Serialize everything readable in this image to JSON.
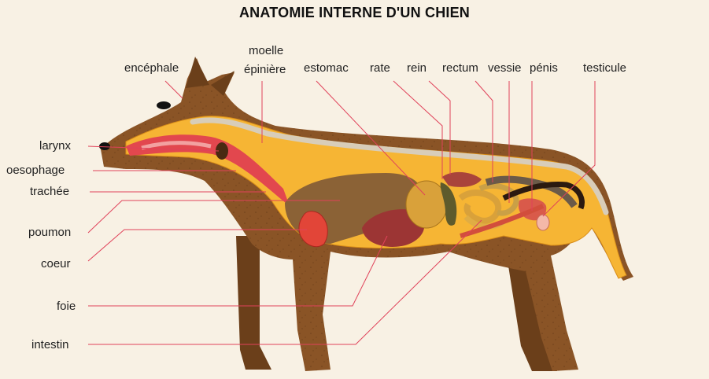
{
  "title": "ANATOMIE INTERNE D'UN CHIEN",
  "colors": {
    "background": "#f8f1e4",
    "fur": "#8a5426",
    "fur_dark": "#6b3f1a",
    "body_cavity": "#f6b534",
    "leader_line": "#e0425a",
    "label_text": "#222222"
  },
  "labels": {
    "encephale": "encéphale",
    "moelle_1": "moelle",
    "moelle_2": "épinière",
    "estomac": "estomac",
    "rate": "rate",
    "rein": "rein",
    "rectum": "rectum",
    "vessie": "vessie",
    "penis": "pénis",
    "testicule": "testicule",
    "larynx": "larynx",
    "oesophage": "oesophage",
    "trachee": "trachée",
    "poumon": "poumon",
    "coeur": "coeur",
    "foie": "foie",
    "intestin": "intestin"
  }
}
